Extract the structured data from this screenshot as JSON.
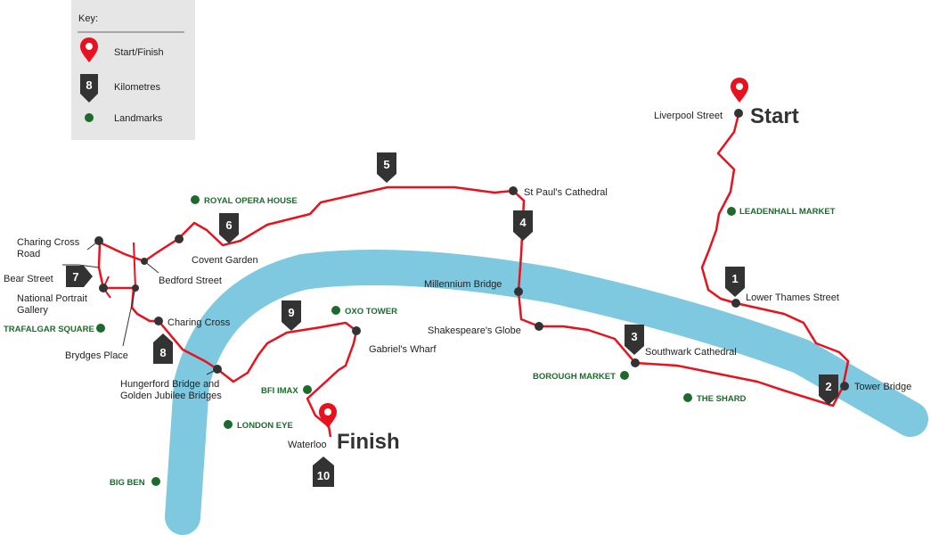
{
  "colors": {
    "river": "#7ec8e0",
    "route": "#e8121e",
    "marker": "#e8121e",
    "km_marker": "#333333",
    "landmark": "#1c6b2c",
    "key_bg": "#e6e6e6"
  },
  "key": {
    "title": "Key:",
    "items": [
      {
        "icon": "map-pin-icon",
        "label": "Start/Finish"
      },
      {
        "icon": "km-marker-icon",
        "num": "8",
        "label": "Kilometres"
      },
      {
        "icon": "landmark-dot-icon",
        "label": "Landmarks"
      }
    ]
  },
  "start_label": "Start",
  "finish_label": "Finish",
  "places": {
    "liverpool": "Liverpool Street",
    "lower_thames": "Lower Thames Street",
    "tower_bridge": "Tower Bridge",
    "southwark": "Southwark Cathedral",
    "globe": "Shakespeare's Globe",
    "millennium": "Millennium Bridge",
    "st_pauls": "St Paul's Cathedral",
    "covent_garden": "Covent Garden",
    "bedford": "Bedford Street",
    "charing_cross_road_1": "Charing Cross",
    "charing_cross_road_2": "Road",
    "bear_street": "Bear Street",
    "npg_1": "National Portrait",
    "npg_2": "Gallery",
    "brydges": "Brydges Place",
    "charing_cross": "Charing Cross",
    "hungerford_1": "Hungerford Bridge and",
    "hungerford_2": "Golden Jubilee Bridges",
    "gabriels": "Gabriel's Wharf",
    "waterloo": "Waterloo"
  },
  "landmarks": {
    "leadenhall": "LEADENHALL MARKET",
    "borough": "BOROUGH MARKET",
    "shard": "THE SHARD",
    "opera": "ROYAL OPERA HOUSE",
    "trafalgar": "TRAFALGAR SQUARE",
    "oxo": "OXO TOWER",
    "bfi": "BFI IMAX",
    "london_eye": "LONDON EYE",
    "big_ben": "BIG BEN"
  },
  "km_markers": [
    "1",
    "2",
    "3",
    "4",
    "5",
    "6",
    "7",
    "8",
    "9",
    "10"
  ]
}
